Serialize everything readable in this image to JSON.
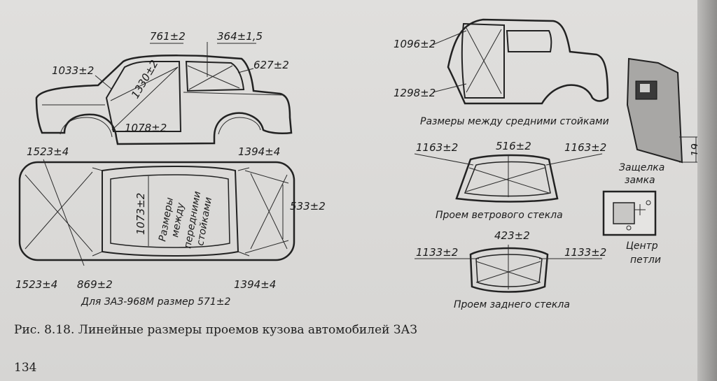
{
  "figure": {
    "caption": "Рис. 8.18. Линейные размеры проемов кузова автомобилей ЗАЗ",
    "page_number": "134"
  },
  "side_view": {
    "dims": [
      "761±2",
      "364±1,5",
      "627±2",
      "1033±2",
      "1330±2",
      "1078±2"
    ]
  },
  "top_view": {
    "dims": [
      "1523±4",
      "1394±4",
      "533±2",
      "1523±4",
      "869±2",
      "1394±4",
      "1073±2"
    ],
    "inner_label_lines": [
      "Размеры",
      "между",
      "передними",
      "стойками"
    ],
    "note": "Для  ЗАЗ-968М размер 571±2"
  },
  "wagon_view": {
    "dims": [
      "1096±2",
      "1298±2"
    ],
    "caption": "Размеры между средними стойками"
  },
  "windshield": {
    "dims": [
      "1163±2",
      "516±2",
      "1163±2"
    ],
    "caption": "Проем ветрового стекла"
  },
  "rear_window": {
    "dims": [
      "1133±2",
      "423±2",
      "1133±2"
    ],
    "caption": "Проем заднего стекла"
  },
  "latch": {
    "dim": "19",
    "caption_lines": [
      "Защелка",
      "замка"
    ]
  },
  "hinge": {
    "caption_lines": [
      "Центр",
      "петли"
    ]
  }
}
